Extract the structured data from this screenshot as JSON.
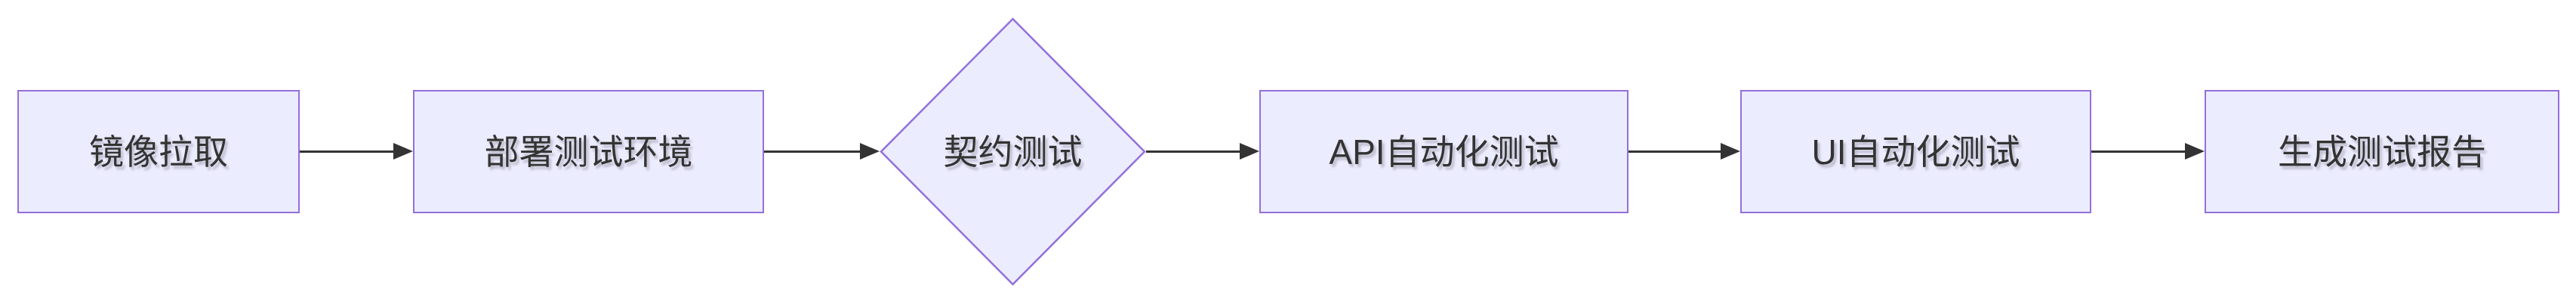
{
  "diagram": {
    "type": "flowchart",
    "direction": "left-to-right",
    "nodes": [
      {
        "id": "A",
        "label": "镜像拉取",
        "shape": "rect"
      },
      {
        "id": "B",
        "label": "部署测试环境",
        "shape": "rect"
      },
      {
        "id": "C",
        "label": "契约测试",
        "shape": "diamond"
      },
      {
        "id": "D",
        "label": "API自动化测试",
        "shape": "rect"
      },
      {
        "id": "E",
        "label": "UI自动化测试",
        "shape": "rect"
      },
      {
        "id": "F",
        "label": "生成测试报告",
        "shape": "rect"
      }
    ],
    "edges": [
      {
        "from": "A",
        "to": "B"
      },
      {
        "from": "B",
        "to": "C"
      },
      {
        "from": "C",
        "to": "D"
      },
      {
        "from": "D",
        "to": "E"
      },
      {
        "from": "E",
        "to": "F"
      }
    ],
    "colors": {
      "node_fill": "#ECECFF",
      "node_border": "#9370DB",
      "text": "#333333",
      "edge": "#333333",
      "background": "#FFFFFF"
    }
  }
}
